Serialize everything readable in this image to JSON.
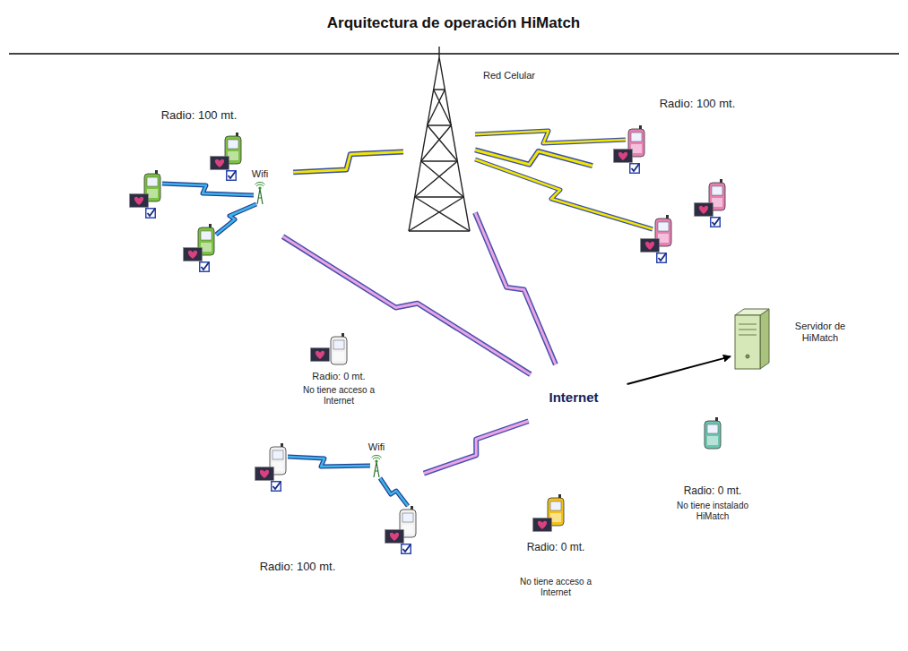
{
  "diagram": {
    "title": "Arquitectura de operación HiMatch",
    "nodes": [
      {
        "text": [
          "Radio: 100 mt."
        ]
      },
      {
        "text": [
          "Red Celular"
        ]
      },
      {
        "text": [
          "Radio: 100 mt."
        ]
      },
      {
        "text": [
          "Radio: 0 mt.",
          "No tiene acceso a Internet"
        ]
      },
      {
        "text": [
          "Internet"
        ]
      },
      {
        "text": [
          "Servidor de HiMatch"
        ]
      },
      {
        "text": [
          "Radio: 100 mt."
        ]
      },
      {
        "text": [
          "Radio: 0 mt.",
          "No tiene acceso a Internet"
        ]
      },
      {
        "text": [
          "Radio: 0 mt.",
          "No tiene instalado HiMatch"
        ]
      }
    ],
    "edges": [
      {
        "from": 0,
        "to": 1,
        "arrow": "none"
      },
      {
        "from": 1,
        "to": 2,
        "arrow": "none"
      },
      {
        "from": 0,
        "to": 4,
        "arrow": "none"
      },
      {
        "from": 1,
        "to": 4,
        "arrow": "none"
      },
      {
        "from": 6,
        "to": 4,
        "arrow": "none"
      },
      {
        "from": 4,
        "to": 5,
        "arrow": "to"
      }
    ],
    "labels": [
      "Wifi",
      "Wifi"
    ]
  }
}
